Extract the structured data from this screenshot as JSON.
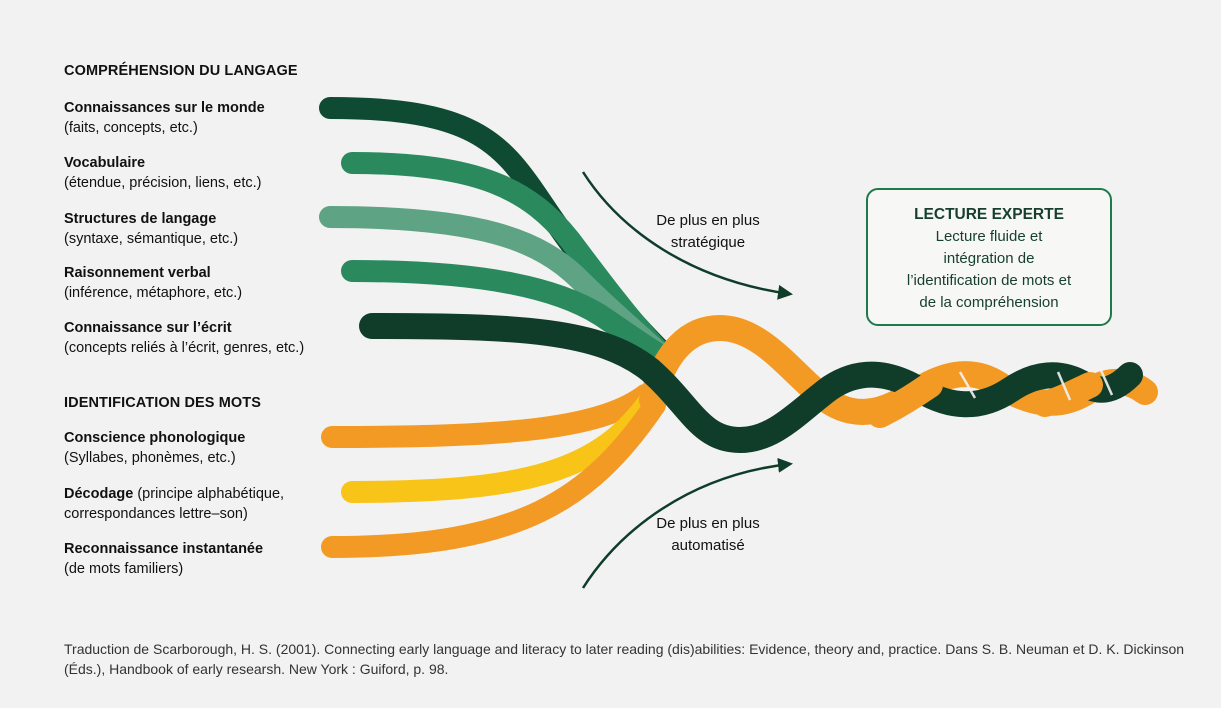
{
  "sections": {
    "comprehension_title": "COMPRÉHENSION DU LANGAGE",
    "identification_title": "IDENTIFICATION DES MOTS"
  },
  "comprehension_strands": [
    {
      "name": "Connaissances sur le monde",
      "detail": "(faits, concepts, etc.)",
      "color": "#0f4a32"
    },
    {
      "name": "Vocabulaire",
      "detail": "(étendue, précision, liens, etc.)",
      "color": "#2a8a5e"
    },
    {
      "name": "Structures de langage",
      "detail": "(syntaxe, sémantique, etc.)",
      "color": "#5ea383"
    },
    {
      "name": "Raisonnement verbal",
      "detail": "(inférence, métaphore, etc.)",
      "color": "#2a8a5e"
    },
    {
      "name": "Connaissance sur l’écrit",
      "detail": "(concepts reliés à l’écrit, genres, etc.)",
      "color": "#0f3d2a"
    }
  ],
  "identification_strands": [
    {
      "name": "Conscience phonologique",
      "detail": "(Syllabes, phonèmes, etc.)",
      "color": "#f39a24"
    },
    {
      "name": "Décodage",
      "detail": "(principe alphabétique,",
      "detail2": "correspondances lettre–son)",
      "color": "#f8c417"
    },
    {
      "name": "Reconnaissance instantanée",
      "detail": "(de mots familiers)",
      "color": "#f39a24"
    }
  ],
  "arrows": {
    "top": {
      "line1": "De plus en plus",
      "line2": "stratégique"
    },
    "bottom": {
      "line1": "De plus en plus",
      "line2": "automatisé"
    }
  },
  "outcome": {
    "title": "LECTURE EXPERTE",
    "line1": "Lecture fluide et",
    "line2": "intégration de",
    "line3": "l’identification de mots et",
    "line4": "de la compréhension"
  },
  "citation": "Traduction de Scarborough, H. S. (2001). Connecting early language and literacy to later reading (dis)abilities: Evidence, theory and, practice. Dans S. B. Neuman et D. K. Dickinson (Éds.), Handbook of early researsh. New York : Guiford, p. 98.",
  "colors": {
    "dark_green": "#0f3d2a",
    "orange": "#f39a24",
    "box_border": "#1e7a4a"
  }
}
